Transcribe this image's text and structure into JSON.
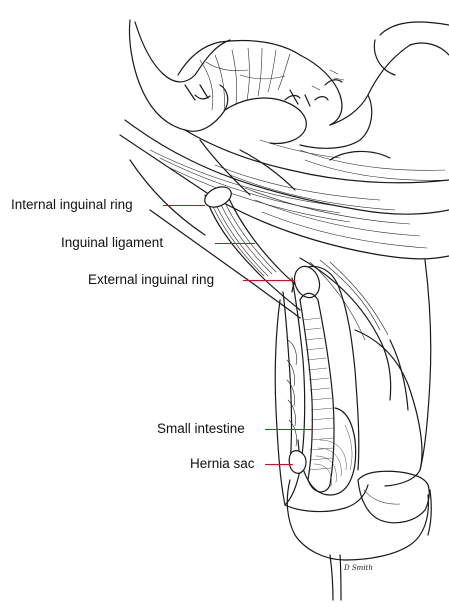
{
  "labels": {
    "internal_ring": "Internal inguinal ring",
    "inguinal_ligament": "Inguinal ligament",
    "external_ring": "External inguinal ring",
    "small_intestine": "Small intestine",
    "hernia_sac": "Hernia sac"
  },
  "colors": {
    "leader": "#c8102e",
    "ink": "#1a1a1a",
    "background": "#ffffff"
  },
  "signature": "D Smith"
}
